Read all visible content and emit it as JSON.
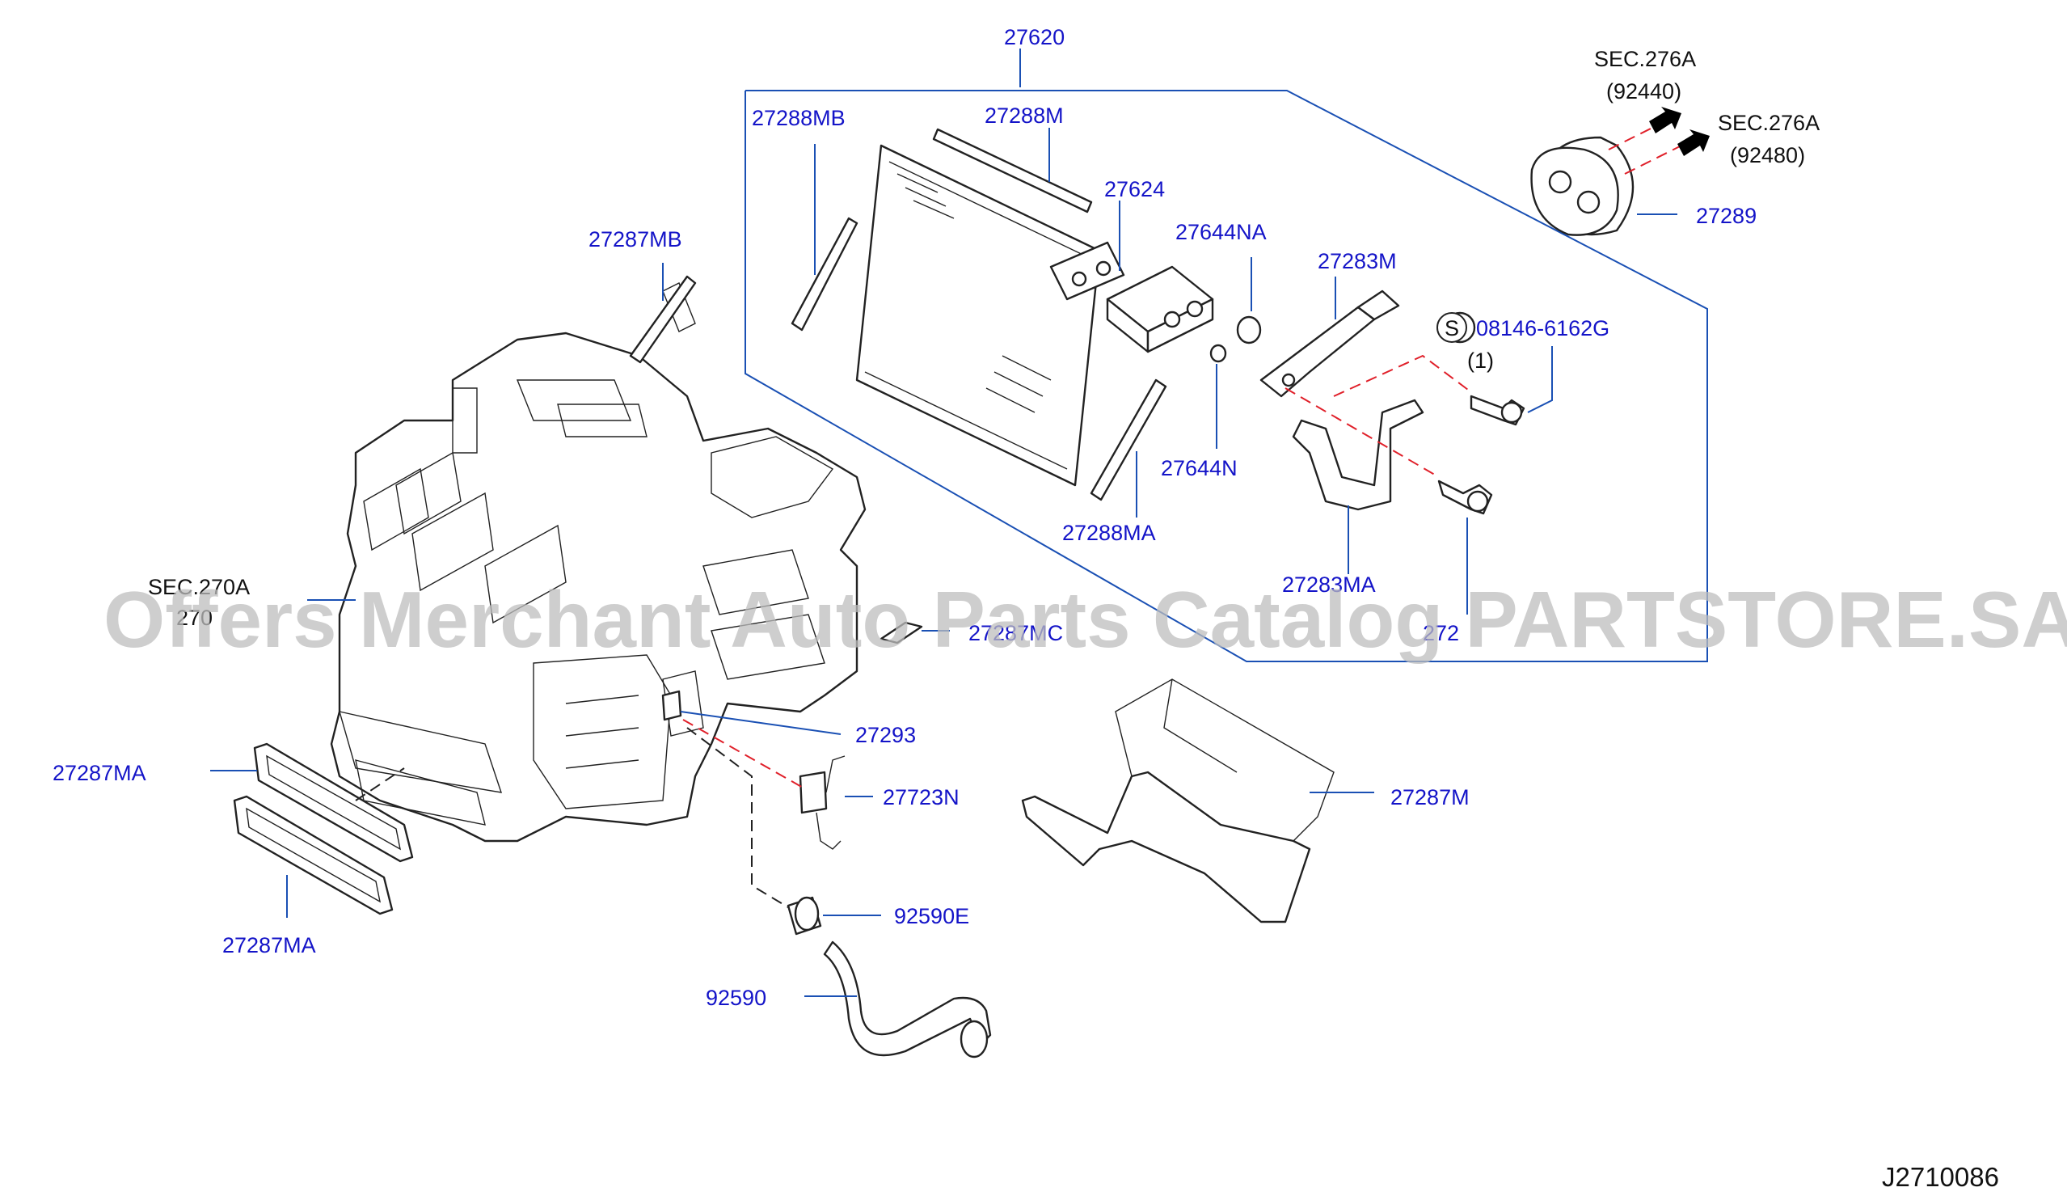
{
  "diagram_id": "J2710086",
  "watermark": "Offers Merchant Auto Parts Catalog PARTSTORE.SA",
  "screw_symbol": "S",
  "labels": {
    "p27620": "27620",
    "p27288MB": "27288MB",
    "p27288M": "27288M",
    "p27624": "27624",
    "p27644NA": "27644NA",
    "p27283M": "27283M",
    "p08146": "08146-6162G",
    "p08146_qty": "(1)",
    "p27287MB": "27287MB",
    "p27644N": "27644N",
    "p27288MA": "27288MA",
    "p27283MA": "27283MA",
    "p27226_partial": "272",
    "sec270a": "SEC.270A",
    "sec270a_ref": "270",
    "p27287MC_partial": "27287MC",
    "p27293": "27293",
    "p27723N": "27723N",
    "p27287MA_a": "27287MA",
    "p27287MA_b": "27287MA",
    "p92590E": "92590E",
    "p92590": "92590",
    "p27287M": "27287M",
    "sec276a_1": "SEC.276A",
    "sec276a_1_ref": "(92440)",
    "sec276a_2": "SEC.276A",
    "sec276a_2_ref": "(92480)",
    "p27289": "27289"
  }
}
